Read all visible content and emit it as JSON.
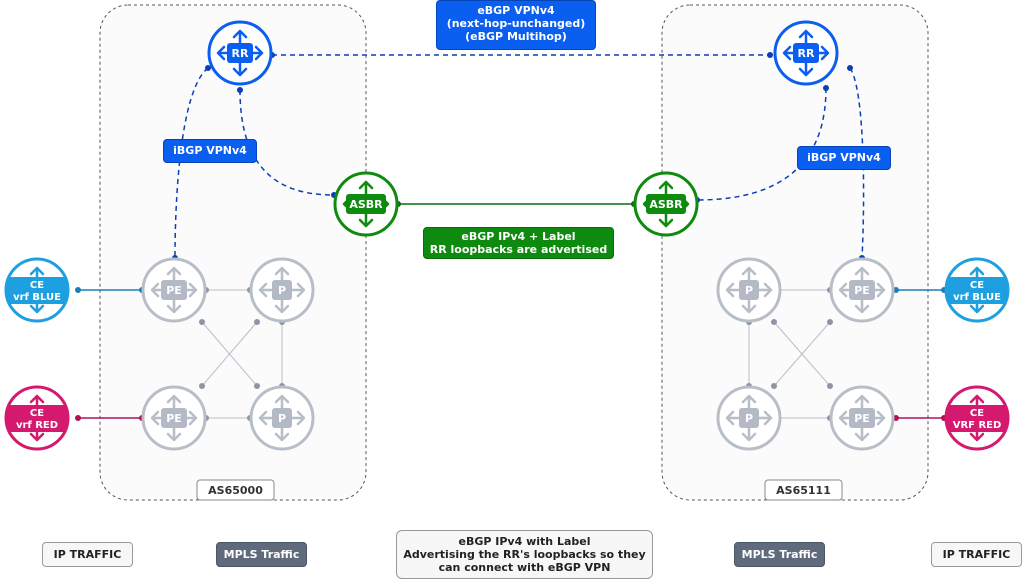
{
  "as_left": "AS65000",
  "as_right": "AS65111",
  "ebgp_vpnv4": [
    "eBGP VPNv4",
    "(next-hop-unchanged)",
    "(eBGP Multihop)"
  ],
  "ibgp_left": "iBGP VPNv4",
  "ibgp_right": "iBGP VPNv4",
  "ebgp_ipv4": [
    "eBGP IPv4 + Label",
    "RR loopbacks are advertised"
  ],
  "nodes": {
    "rr": "RR",
    "asbr": "ASBR",
    "pe": "PE",
    "p": "P",
    "ce_blue_left": [
      "CE",
      "vrf BLUE"
    ],
    "ce_red_left": [
      "CE",
      "vrf RED"
    ],
    "ce_blue_right": [
      "CE",
      "vrf BLUE"
    ],
    "ce_red_right": [
      "CE",
      "VRF RED"
    ]
  },
  "legend": {
    "ip_traffic_left": "IP TRAFFIC",
    "mpls_left": "MPLS Traffic",
    "center": [
      "eBGP IPv4 with Label",
      "Advertising the RR's loopbacks so they",
      "can connect with eBGP VPN"
    ],
    "mpls_right": "MPLS Traffic",
    "ip_traffic_right": "IP TRAFFIC"
  },
  "colors": {
    "rr": "#0a5ef0",
    "asbr": "#0e8a0e",
    "ce_blue": "#1ea0e0",
    "ce_red": "#d4196e",
    "mpls_gray": "#a9b1bd"
  }
}
